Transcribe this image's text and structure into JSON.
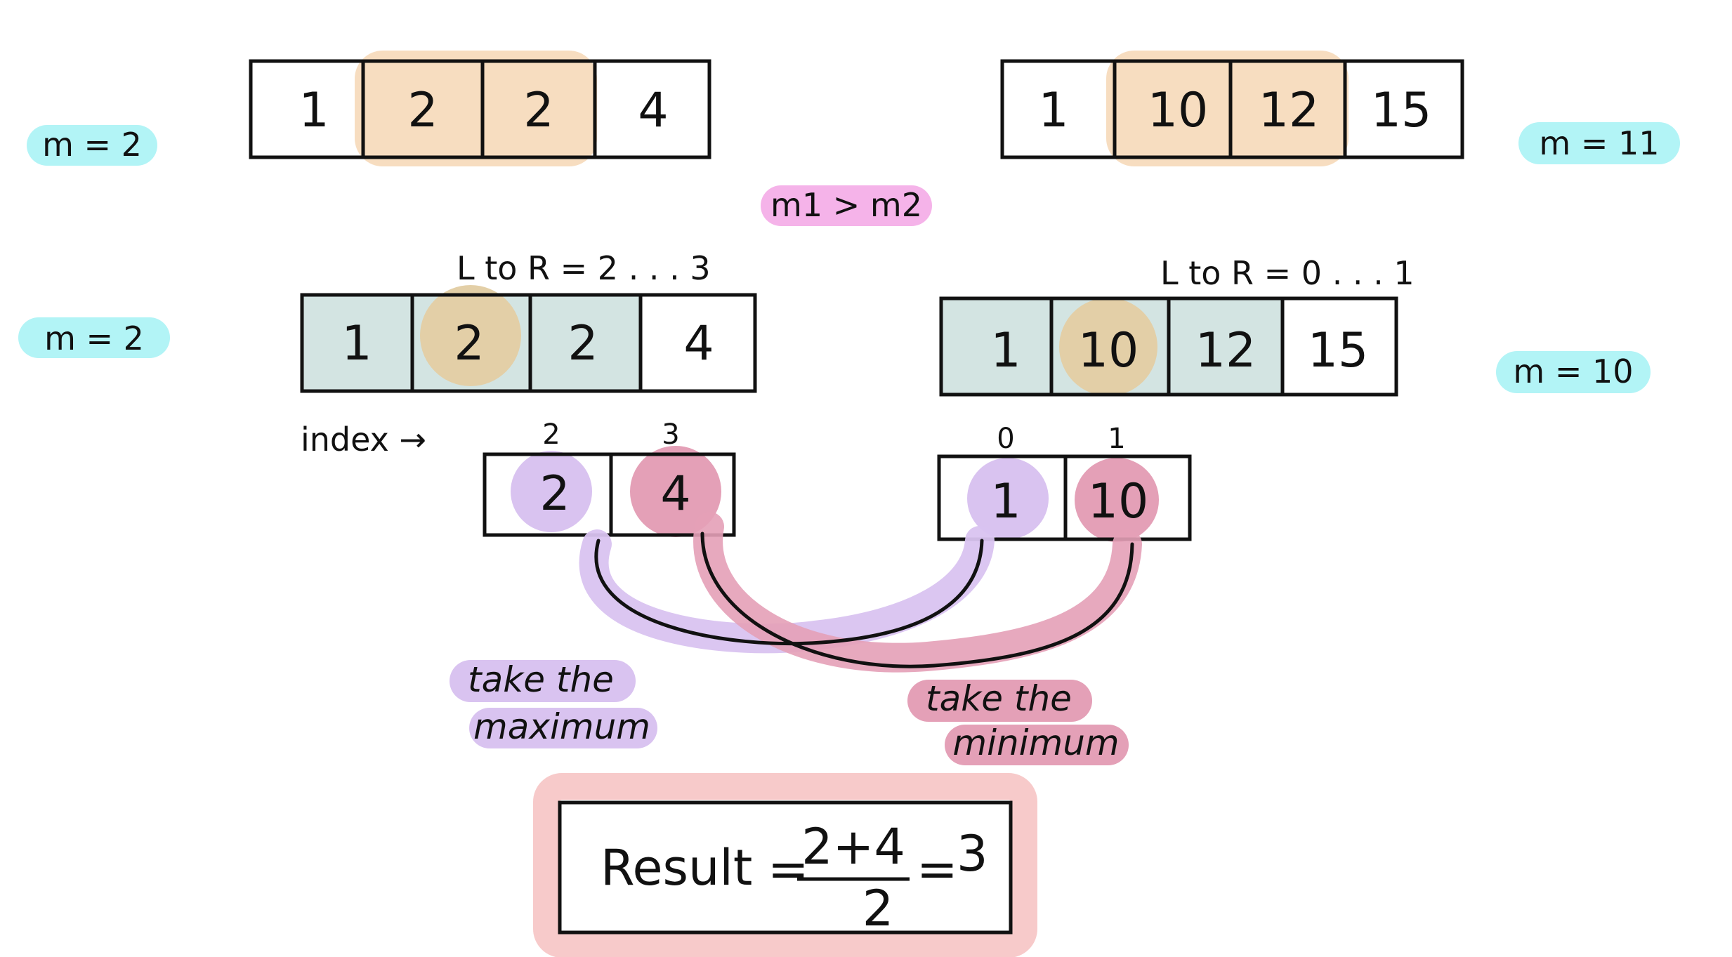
{
  "colors": {
    "cyan": "#b2f4f6",
    "pink": "#f5b3e9",
    "peach": "#f7ddc0",
    "teal_gray": "#d3e4e2",
    "tan": "#e3cfa7",
    "purple": "#d9c3f0",
    "rose": "#e4a0b7",
    "red_soft": "#f7caca",
    "ink": "#111111"
  },
  "arrays": {
    "a1": [
      "1",
      "2",
      "2",
      "4"
    ],
    "a2": [
      "1",
      "10",
      "12",
      "15"
    ],
    "b1": [
      "1",
      "2",
      "2",
      "4"
    ],
    "b2": [
      "1",
      "10",
      "12",
      "15"
    ]
  },
  "labels": {
    "m_top_left": "m = 2",
    "m_top_right": "m = 11",
    "compare": "m1 > m2",
    "m_mid_left": "m = 2",
    "m_mid_right": "m = 10",
    "range_left": "L to R = 2 . . . 3",
    "range_right": "L to R = 0 . . . 1",
    "index_label": "index →"
  },
  "sub_left": {
    "indices": [
      "2",
      "3"
    ],
    "values": [
      "2",
      "4"
    ]
  },
  "sub_right": {
    "indices": [
      "0",
      "1"
    ],
    "values": [
      "1",
      "10"
    ]
  },
  "notes": {
    "max_line1": "take the",
    "max_line2": "maximum",
    "min_line1": "take the",
    "min_line2": "minimum"
  },
  "result": {
    "word": "Result",
    "equals": "=",
    "numerator": "2+4",
    "denominator": "2",
    "equals2": "=",
    "answer": "3"
  }
}
